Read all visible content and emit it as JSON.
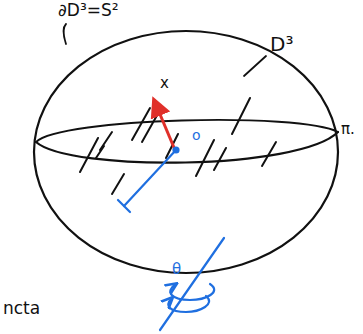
{
  "diagram": {
    "labels": [
      "∂D³=S²",
      "D³",
      "x",
      "o",
      "π.",
      "θ",
      "ncta"
    ]
  }
}
